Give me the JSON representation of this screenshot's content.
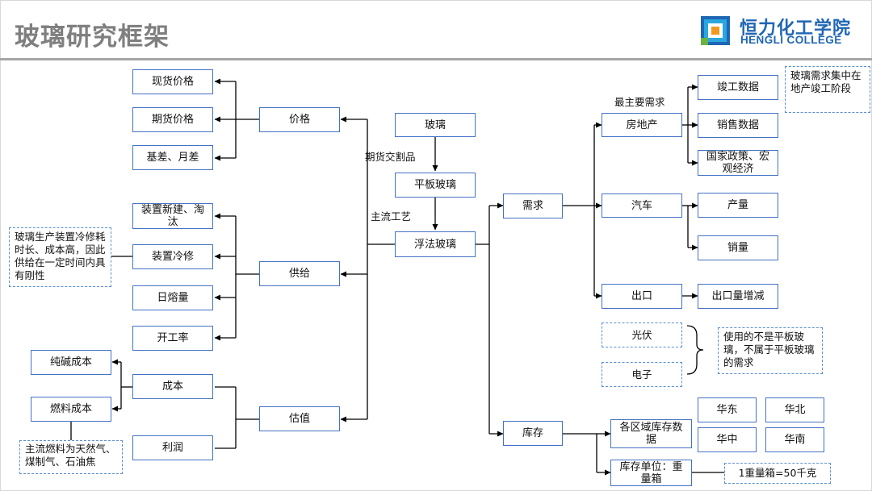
{
  "header": {
    "title": "玻璃研究框架",
    "logo_cn": "恒力化工学院",
    "logo_en": "HENGLI COLLEGE"
  },
  "center": {
    "glass": "玻璃",
    "flat_glass": "平板玻璃",
    "float_glass": "浮法玻璃",
    "label_futures": "期货交割品",
    "label_process": "主流工艺"
  },
  "left": {
    "price": {
      "label": "价格",
      "items": [
        "现货价格",
        "期货价格",
        "基差、月差"
      ]
    },
    "supply": {
      "label": "供给",
      "items": [
        "装置新建、淘汰",
        "装置冷修",
        "日熔量",
        "开工率"
      ]
    },
    "valuation": {
      "label": "估值",
      "cost": "成本",
      "profit": "利润",
      "cost_items": [
        "纯碱成本",
        "燃料成本"
      ]
    },
    "note_repair": "玻璃生产装置冷修耗时长、成本高，因此供给在一定时间内具有刚性",
    "note_fuel": "主流燃料为天然气、煤制气、石油焦"
  },
  "right": {
    "demand": {
      "label": "需求",
      "main_label": "最主要需求",
      "real_estate": {
        "label": "房地产",
        "items": [
          "竣工数据",
          "销售数据",
          "国家政策、宏观经济"
        ]
      },
      "auto": {
        "label": "汽车",
        "items": [
          "产量",
          "销量"
        ]
      },
      "export": {
        "label": "出口",
        "item": "出口量增减"
      },
      "note_real_estate": "玻璃需求集中在地产竣工阶段",
      "other": [
        "光伏",
        "电子"
      ],
      "note_other": "使用的不是平板玻璃，不属于平板玻璃的需求"
    },
    "inventory": {
      "label": "库存",
      "regional": "各区域库存数据",
      "unit": "库存单位：重量箱",
      "unit_note": "1重量箱=50千克",
      "regions": [
        "华东",
        "华北",
        "华中",
        "华南"
      ]
    }
  },
  "colors": {
    "accent": "#4472c4",
    "dashed": "#5b8fd1",
    "title": "#7f7f7f",
    "logo": "#1f66b4"
  }
}
